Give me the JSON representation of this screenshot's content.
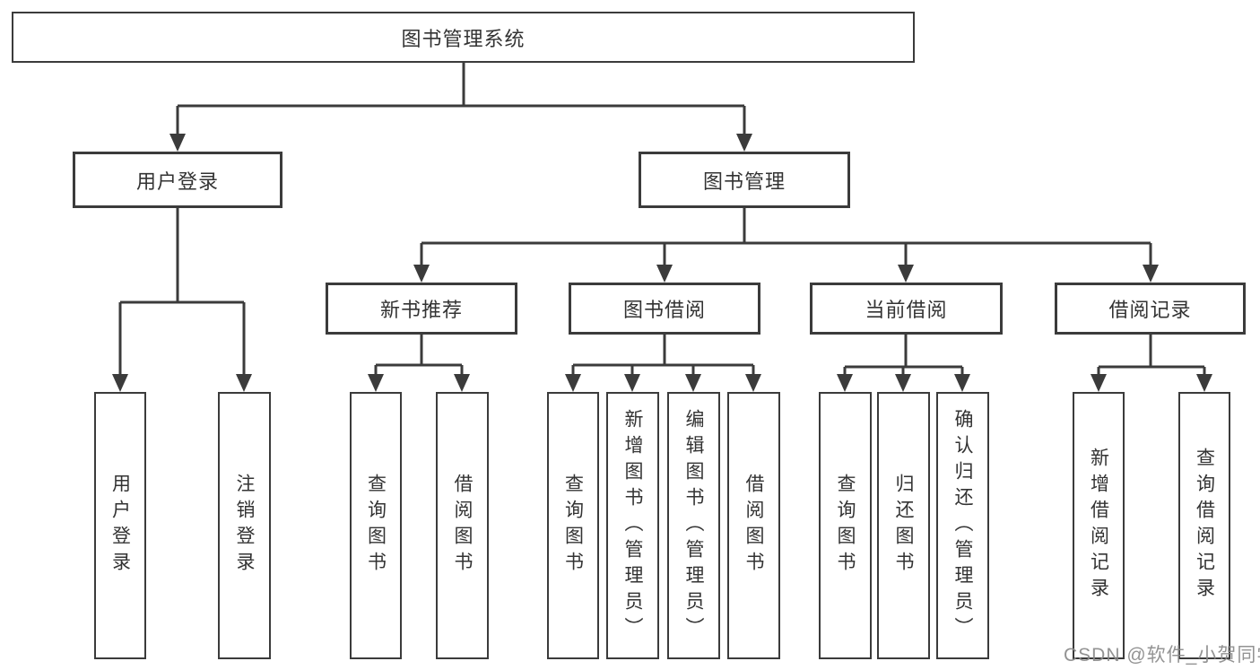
{
  "tree": {
    "label": "图书管理系统",
    "children": [
      {
        "label": "用户登录",
        "children": [
          {
            "label": "用户登录"
          },
          {
            "label": "注销登录"
          }
        ]
      },
      {
        "label": "图书管理",
        "children": [
          {
            "label": "新书推荐",
            "children": [
              {
                "label": "查询图书"
              },
              {
                "label": "借阅图书"
              }
            ]
          },
          {
            "label": "图书借阅",
            "children": [
              {
                "label": "查询图书"
              },
              {
                "label": "新增图书（管理员）"
              },
              {
                "label": "编辑图书（管理员）"
              },
              {
                "label": "借阅图书"
              }
            ]
          },
          {
            "label": "当前借阅",
            "children": [
              {
                "label": "查询图书"
              },
              {
                "label": "归还图书"
              },
              {
                "label": "确认归还（管理员）"
              }
            ]
          },
          {
            "label": "借阅记录",
            "children": [
              {
                "label": "新增借阅记录"
              },
              {
                "label": "查询借阅记录"
              }
            ]
          }
        ]
      }
    ]
  },
  "watermark": {
    "text": "CSDN @软件_小贺同学"
  },
  "colors": {
    "line": "#3b3b3b",
    "border": "#3b3b3b",
    "text": "#333333",
    "background": "#ffffff",
    "watermark": "#8a8a8a"
  }
}
